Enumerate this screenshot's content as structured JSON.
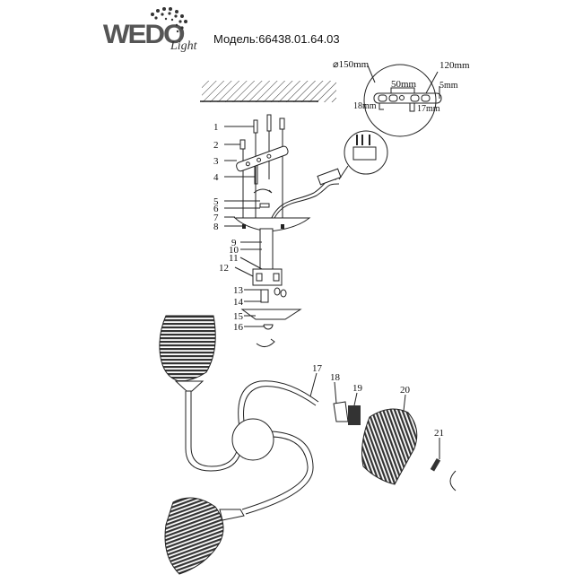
{
  "header": {
    "brand": "WEDO",
    "brand_sub": "Light",
    "model_label": "Модель:66438.01.64.03"
  },
  "mount_detail": {
    "diameter": "⌀150mm",
    "length": "120mm",
    "spacing": "50mm",
    "thickness": "5mm",
    "left_offset": "18mm",
    "right_offset": "17mm"
  },
  "part_labels": [
    "1",
    "2",
    "3",
    "4",
    "5",
    "6",
    "7",
    "8",
    "9",
    "10",
    "11",
    "12",
    "13",
    "14",
    "15",
    "16",
    "17",
    "18",
    "19",
    "20",
    "21"
  ],
  "colors": {
    "line": "#222222",
    "background": "#ffffff",
    "logo": "#555555"
  }
}
